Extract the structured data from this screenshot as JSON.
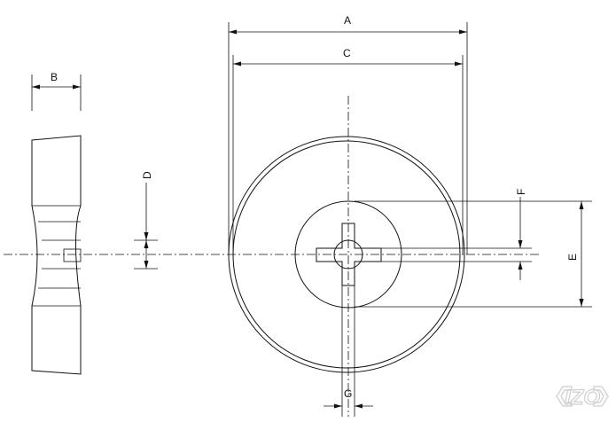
{
  "dimensions": {
    "A": "A",
    "B": "B",
    "C": "C",
    "D": "D",
    "E": "E",
    "F": "F",
    "G": "G"
  },
  "logo": {
    "text": "IZO",
    "color": "#d0d0d0"
  }
}
